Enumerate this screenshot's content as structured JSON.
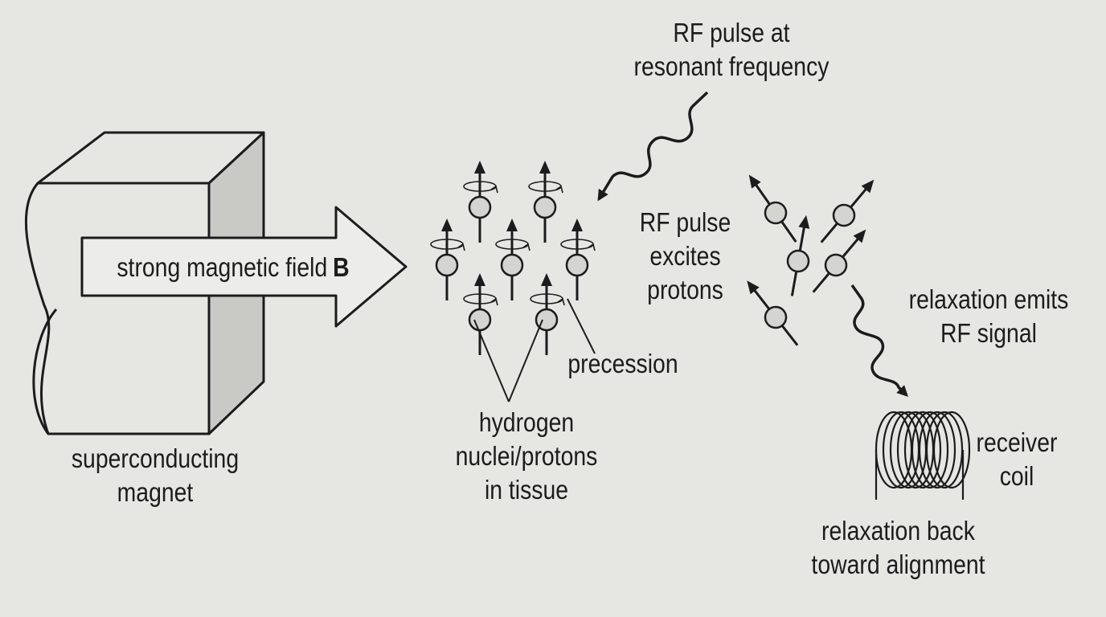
{
  "colors": {
    "background": "#e6e6e3",
    "ink": "#1c1c1c",
    "magnet_side": "#c9c9c6",
    "proton_fill": "#d4d4d1"
  },
  "magnet": {
    "label_line1": "superconducting",
    "label_line2": "magnet"
  },
  "field_arrow": {
    "text": "strong magnetic field",
    "symbol": "B"
  },
  "rf_pulse": {
    "label_line1": "RF pulse at",
    "label_line2": "resonant frequency"
  },
  "excite": {
    "label_line1": "RF pulse",
    "label_line2": "excites",
    "label_line3": "protons"
  },
  "precession": {
    "label": "precession"
  },
  "hydrogen": {
    "label_line1": "hydrogen",
    "label_line2": "nuclei/protons",
    "label_line3": "in tissue"
  },
  "relaxation_emit": {
    "label_line1": "relaxation emits",
    "label_line2": "RF signal"
  },
  "receiver": {
    "label_line1": "receiver",
    "label_line2": "coil"
  },
  "relaxation_back": {
    "label_line1": "relaxation back",
    "label_line2": "toward alignment"
  }
}
